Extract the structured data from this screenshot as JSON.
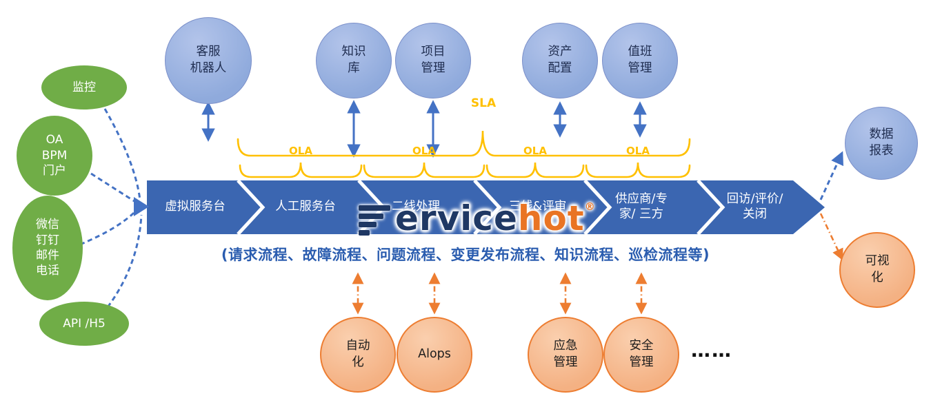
{
  "colors": {
    "band_blue": "#3B66B1",
    "node_blue_fill": "#8FAADC",
    "node_text_dark": "#1F2D50",
    "green_fill": "#70AD47",
    "orange_fill": "#F4B183",
    "orange_border": "#ED7D31",
    "brace_yellow": "#FFC000",
    "arrow_blue": "#4472C4",
    "arrow_orange": "#ED7D31",
    "logo_navy": "#1F3864",
    "logo_orange": "#E97424",
    "process_blue": "#2A5CAF"
  },
  "left_inputs": [
    {
      "lines": [
        "监控"
      ]
    },
    {
      "lines": [
        "OA",
        "BPM",
        "门户"
      ]
    },
    {
      "lines": [
        "微信",
        "钉钉",
        "邮件",
        "电话"
      ]
    },
    {
      "lines": [
        "API /H5"
      ]
    }
  ],
  "top_modules": [
    {
      "lines": [
        "客服",
        "机器人"
      ]
    },
    {
      "lines": [
        "知识",
        "库"
      ]
    },
    {
      "lines": [
        "项目",
        "管理"
      ]
    },
    {
      "lines": [
        "资产",
        "配置"
      ]
    },
    {
      "lines": [
        "值班",
        "管理"
      ]
    }
  ],
  "sla": {
    "label": "SLA",
    "ola_labels": [
      "OLA",
      "OLA",
      "OLA",
      "OLA"
    ]
  },
  "pipeline": {
    "stages": [
      {
        "lines": [
          "虚拟服务台"
        ]
      },
      {
        "lines": [
          "人工服务台"
        ]
      },
      {
        "lines": [
          "二线处理"
        ]
      },
      {
        "lines": [
          "三线&评审"
        ]
      },
      {
        "lines": [
          "供应商/专",
          "家/ 三方"
        ]
      },
      {
        "lines": [
          "回访/评价/",
          "关闭"
        ]
      }
    ],
    "process_note": "(请求流程、故障流程、问题流程、变更发布流程、知识流程、巡检流程等)"
  },
  "logo": {
    "part1": "ervice",
    "part2": "hot",
    "registered": "®"
  },
  "bottom_modules": [
    {
      "lines": [
        "自动",
        "化"
      ]
    },
    {
      "lines": [
        "Alops"
      ]
    },
    {
      "lines": [
        "应急",
        "管理"
      ]
    },
    {
      "lines": [
        "安全",
        "管理"
      ]
    }
  ],
  "bottom_ellipsis": "……",
  "right_outputs": [
    {
      "lines": [
        "数据",
        "报表"
      ]
    },
    {
      "lines": [
        "可视",
        "化"
      ]
    }
  ]
}
